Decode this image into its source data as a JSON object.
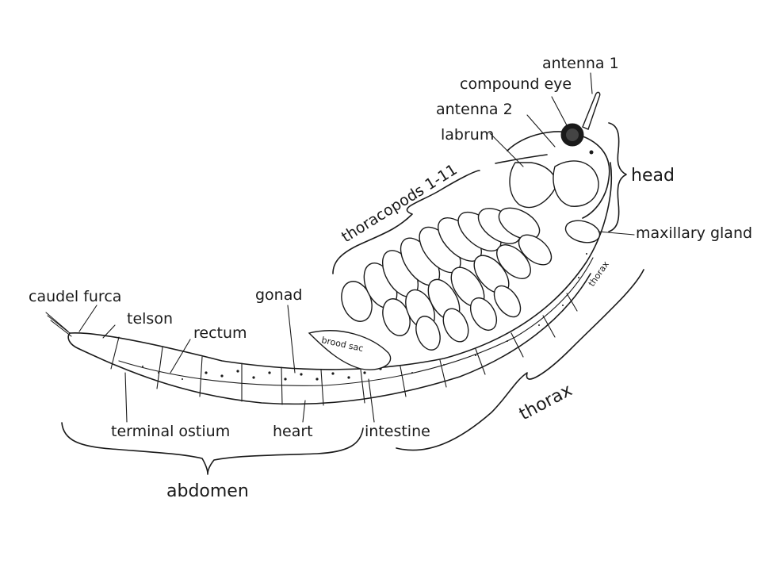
{
  "diagram": {
    "labels": {
      "antenna_1": "antenna 1",
      "compound_eye": "compound eye",
      "antenna_2": "antenna 2",
      "labrum": "labrum",
      "head": "head",
      "thoracopods": "thoracopods 1-11",
      "maxillary_gland": "maxillary gland",
      "caudal_furca": "caudel furca",
      "telson": "telson",
      "rectum": "rectum",
      "gonad": "gonad",
      "brood_sac": "brood sac",
      "thorax": "thorax",
      "terminal_ostium": "terminal ostium",
      "heart": "heart",
      "intestine": "intestine",
      "abdomen": "abdomen",
      "small_mark": "thorax"
    },
    "colors": {
      "ink": "#1a1a1a",
      "background": "#ffffff"
    }
  }
}
